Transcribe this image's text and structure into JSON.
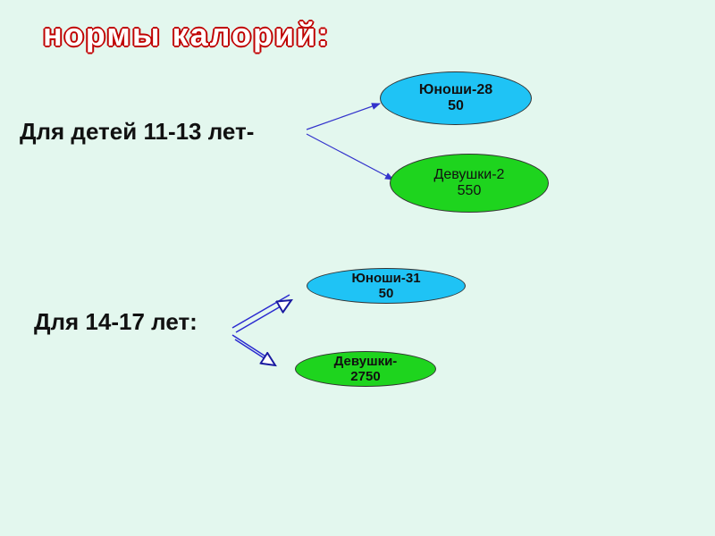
{
  "title": "нормы калорий:",
  "groups": [
    {
      "label": "Для детей 11-13 лет-",
      "boys": {
        "line1": "Юноши-28",
        "line2": "50"
      },
      "girls": {
        "line1": "Девушки-2",
        "line2": "550"
      }
    },
    {
      "label": "Для 14-17 лет:",
      "boys": {
        "line1": "Юноши-31",
        "line2": "50"
      },
      "girls": {
        "line1": "Девушки-",
        "line2": "2750"
      }
    }
  ],
  "colors": {
    "background": "#e3f7ee",
    "title_fill": "#ffffff",
    "title_outline": "#c00000",
    "boys_oval": "#1fc3f5",
    "girls_oval": "#1ed41e",
    "arrow": "#3333cc"
  }
}
